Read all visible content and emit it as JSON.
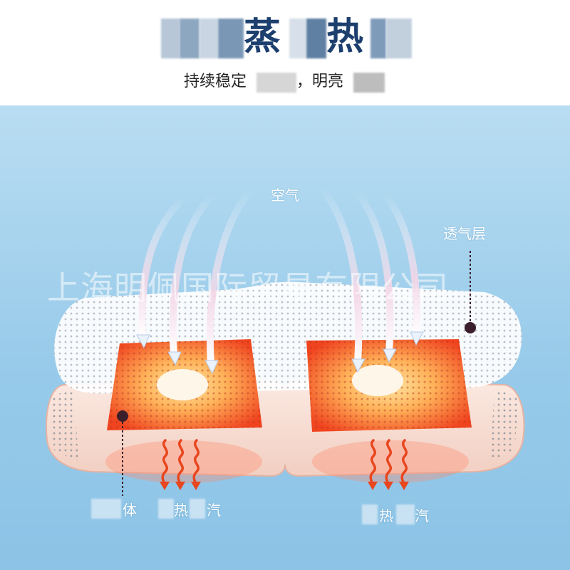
{
  "header": {
    "title_visible_1": "蒸",
    "title_visible_2": "热",
    "subtitle_visible_1": "持续稳定",
    "subtitle_visible_2": "，明亮"
  },
  "diagram": {
    "air_label": "空气",
    "breathable_layer_label": "透气层",
    "bottom_left_label_1": "体",
    "bottom_left_label_2": "热",
    "bottom_left_label_3": "汽",
    "bottom_right_label_1": "热",
    "bottom_right_label_2": "汽"
  },
  "watermark": "上海明佩国际贸易有限公司",
  "colors": {
    "title": "#1d3f6e",
    "background_top": "#b9ddf2",
    "background_bottom": "#8cc3e6",
    "heat_pad": "#f2572a",
    "heat_glow": "#ffd27a"
  }
}
